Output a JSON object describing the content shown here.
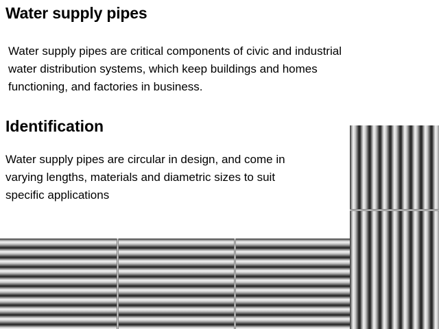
{
  "slide": {
    "title": "Water supply pipes",
    "intro": "Water supply pipes are critical components of civic and industrial water distribution systems, which keep buildings and homes functioning, and factories in business.",
    "section_heading": "Identification",
    "section_text": "Water supply pipes are circular in design, and come in varying lengths, materials and diametric sizes to suit specific applications"
  }
}
